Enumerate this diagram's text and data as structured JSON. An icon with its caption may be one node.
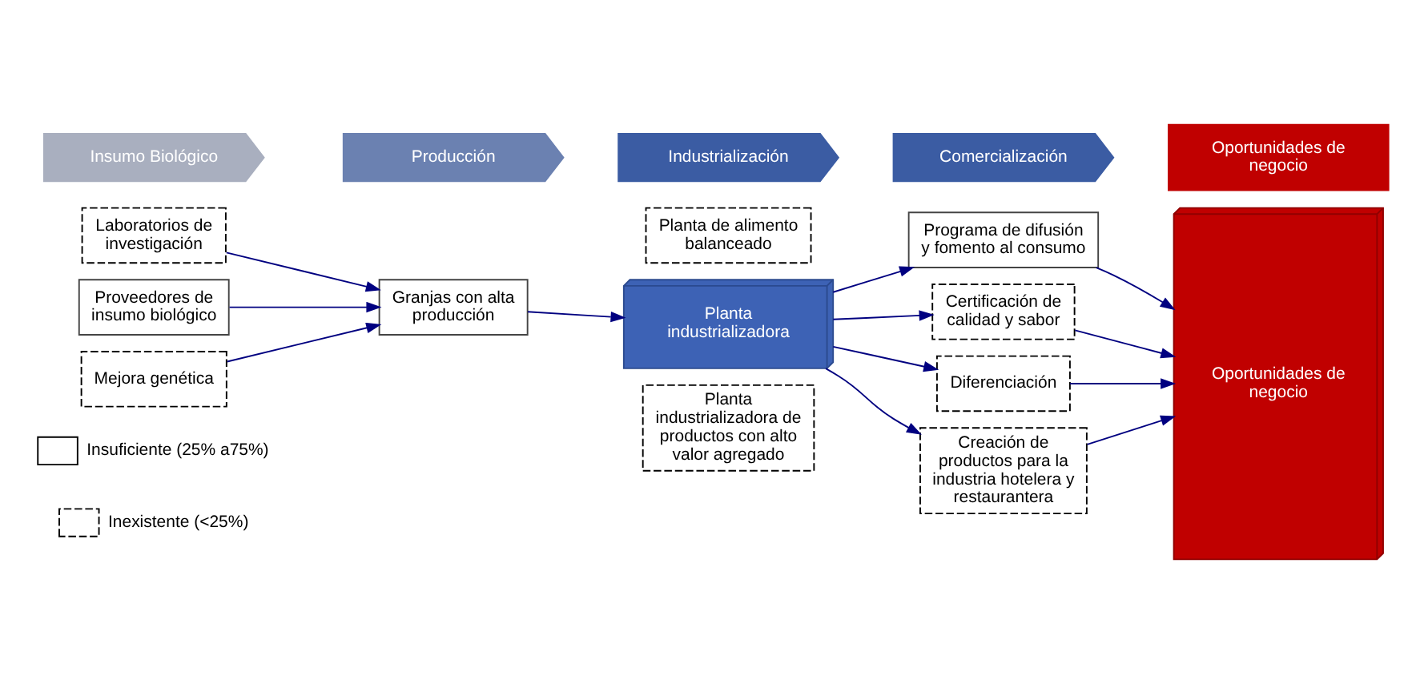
{
  "diagram": {
    "nodes": [
      {
        "text": [
          "Insumo Biológico"
        ]
      },
      {
        "text": [
          "Producción"
        ]
      },
      {
        "text": [
          "Industrialización"
        ]
      },
      {
        "text": [
          "Comercialización"
        ]
      },
      {
        "text": [
          "Oportunidades de negocio"
        ]
      },
      {
        "text": [
          "Laboratorios de investigación"
        ]
      },
      {
        "text": [
          "Proveedores de insumo biológico"
        ]
      },
      {
        "text": [
          "Mejora genética"
        ]
      },
      {
        "text": [
          "Granjas con alta producción"
        ]
      },
      {
        "text": [
          "Planta de alimento balanceado"
        ]
      },
      {
        "text": [
          "Planta industrializadora"
        ]
      },
      {
        "text": [
          "Planta industrializadora de productos con alto valor agregado"
        ]
      },
      {
        "text": [
          "Programa de difusión y fomento al consumo"
        ]
      },
      {
        "text": [
          "Certificación de calidad y sabor"
        ]
      },
      {
        "text": [
          "Diferenciación"
        ]
      },
      {
        "text": [
          "Creación de productos para la industria hotelera y restaurantera"
        ]
      },
      {
        "text": [
          "Oportunidades de negocio"
        ]
      }
    ],
    "edges": [
      {
        "from": 5,
        "to": 8,
        "arrow": "to"
      },
      {
        "from": 6,
        "to": 8,
        "arrow": "to"
      },
      {
        "from": 7,
        "to": 8,
        "arrow": "to"
      },
      {
        "from": 8,
        "to": 10,
        "arrow": "to"
      },
      {
        "from": 10,
        "to": 12,
        "arrow": "to"
      },
      {
        "from": 10,
        "to": 13,
        "arrow": "to"
      },
      {
        "from": 10,
        "to": 14,
        "arrow": "to"
      },
      {
        "from": 10,
        "to": 15,
        "arrow": "to"
      },
      {
        "from": 12,
        "to": 16,
        "arrow": "to"
      },
      {
        "from": 13,
        "to": 16,
        "arrow": "to"
      },
      {
        "from": 14,
        "to": 16,
        "arrow": "to"
      },
      {
        "from": 15,
        "to": 16,
        "arrow": "to"
      }
    ],
    "legend": [
      {
        "text": "Insuficiente (25% a75%)"
      },
      {
        "text": "Inexistente (<25%)"
      }
    ]
  }
}
